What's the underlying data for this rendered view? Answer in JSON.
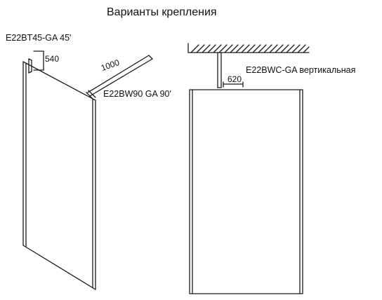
{
  "title": "Варианты крепления",
  "labels": {
    "bt45": "E22BT45-GA 45'",
    "dim_540": "540",
    "dim_1000": "1000",
    "bw90": "E22BW90  GA 90'",
    "bwc": "E22BWC-GA вертикальная",
    "dim_620": "620"
  },
  "colors": {
    "line": "#1a1a1a",
    "hatch": "#333333"
  }
}
